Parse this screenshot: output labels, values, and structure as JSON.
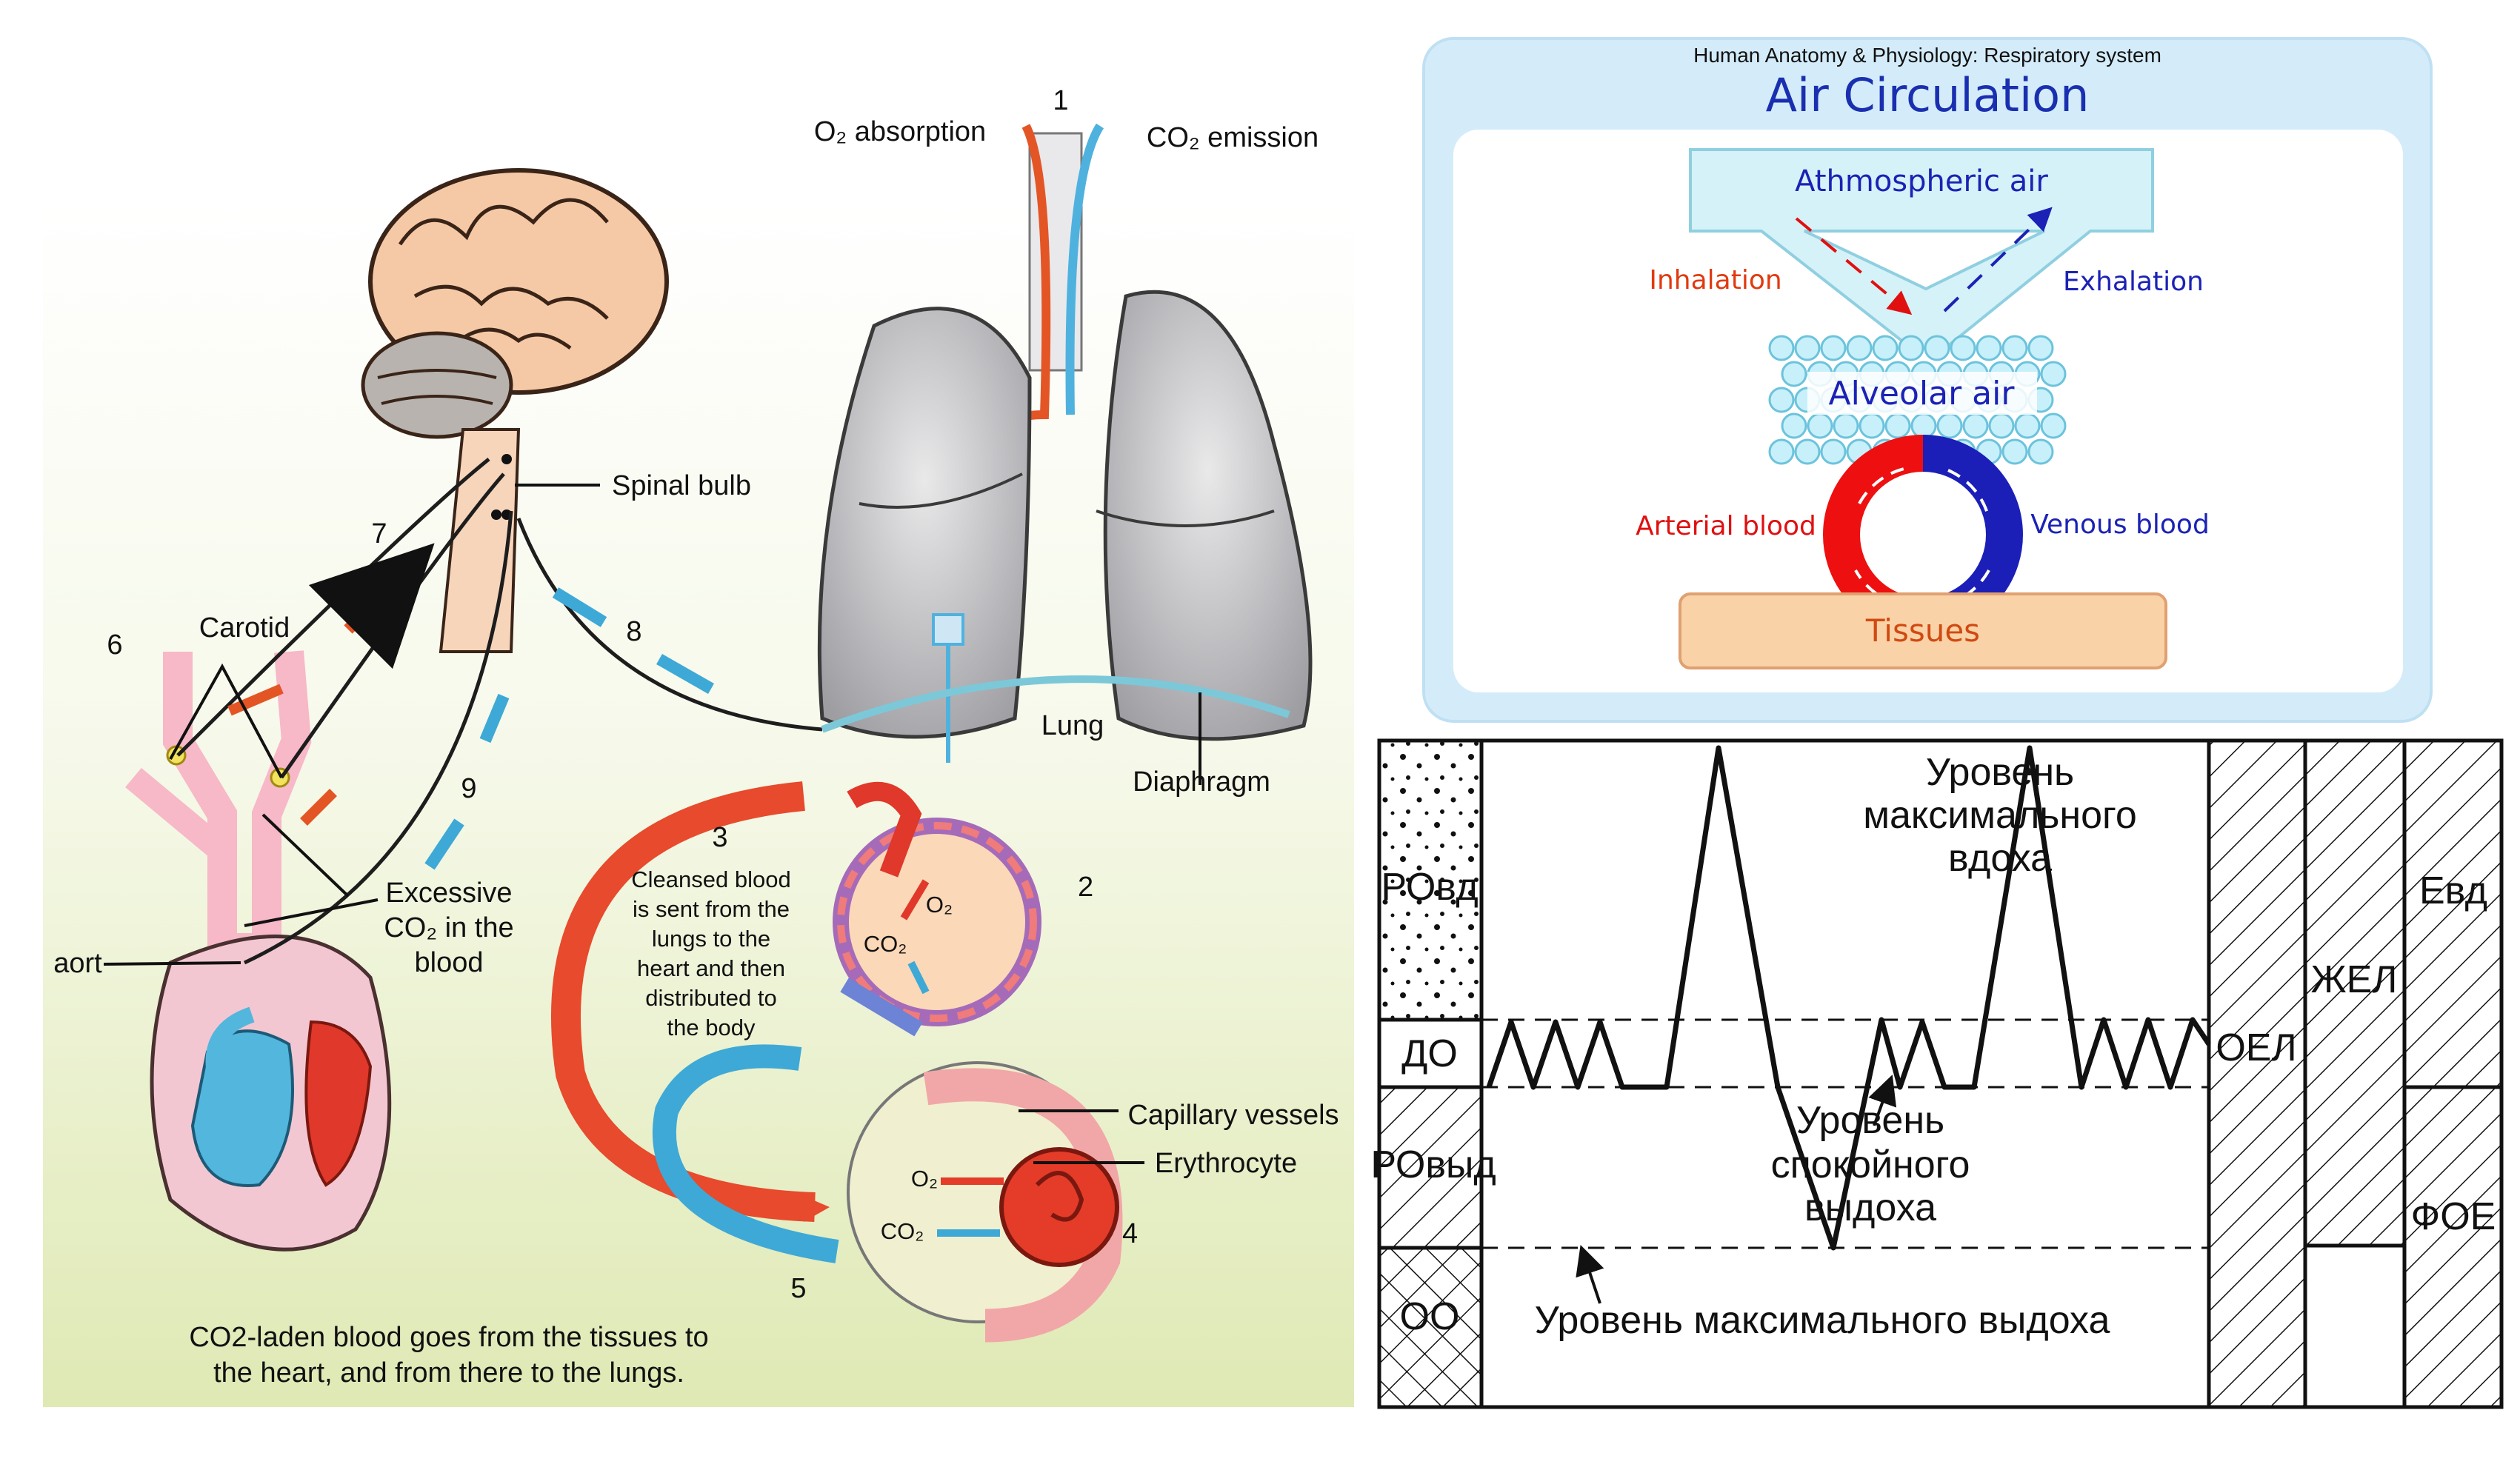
{
  "left_panel": {
    "numbers": [
      "1",
      "2",
      "3",
      "4",
      "5",
      "6",
      "7",
      "8",
      "9"
    ],
    "o2_absorption": "O₂ absorption",
    "co2_emission": "CO₂ emission",
    "spinal_bulb": "Spinal bulb",
    "carotid": "Carotid",
    "aort": "aort",
    "excessive_co2": [
      "Excessive",
      "CO₂ in the",
      "blood"
    ],
    "lung": "Lung",
    "diaphragm": "Diaphragm",
    "cleansed_blood": [
      "Cleansed blood",
      "is sent from the",
      "lungs to the",
      "heart and then",
      "distributed to",
      "the body"
    ],
    "alveolus_o2": "O₂",
    "alveolus_co2": "CO₂",
    "capillary_vessels": "Capillary vessels",
    "erythrocyte": "Erythrocyte",
    "cell_o2": "O₂",
    "cell_co2": "CO₂",
    "caption": [
      "CO2-laden blood goes from the tissues to",
      "the heart, and from there to the lungs."
    ]
  },
  "air_circulation": {
    "subtitle": "Human Anatomy & Physiology: Respiratory system",
    "title": "Air Circulation",
    "atmospheric_air": "Athmospheric air",
    "inhalation": "Inhalation",
    "exhalation": "Exhalation",
    "alveolar_air": "Alveolar air",
    "arterial_blood": "Arterial blood",
    "venous_blood": "Venous blood",
    "tissues": "Tissues",
    "colors": {
      "panel": "#d4ecf9",
      "title": "#1a2fb0",
      "red": "#e01010",
      "blue": "#1b22b5",
      "tissues_fill": "#fad2a8",
      "tissues_text": "#d04a10"
    }
  },
  "spirogram": {
    "po_vd": "РОвд",
    "do": "ДО",
    "po_vyd": "РОвыд",
    "oo": "ОО",
    "max_inhale": [
      "Уровень",
      "максимального",
      "вдоха"
    ],
    "calm_exhale": [
      "Уровень",
      "спокойного",
      "выдоха"
    ],
    "max_exhale": "Уровень максимального выдоха",
    "oel": "ОЕЛ",
    "zhel": "ЖЕЛ",
    "e_vd": "Евд",
    "foe": "ФОЕ"
  }
}
